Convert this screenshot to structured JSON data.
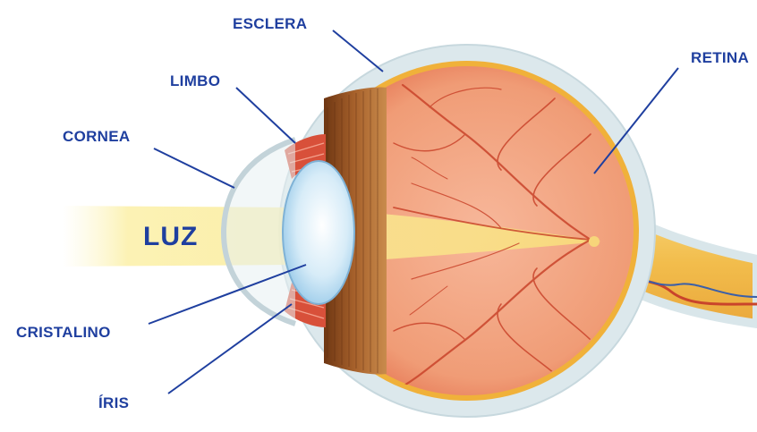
{
  "labels": {
    "esclera": "ESCLERA",
    "limbo": "LIMBO",
    "cornea": "CORNEA",
    "luz": "LUZ",
    "cristalino": "CRISTALINO",
    "iris": "ÍRIS",
    "retina": "RETINA"
  },
  "colors": {
    "label_text": "#1f3f9f",
    "sclera": "#d9e6ea",
    "choroid": "#f0b13a",
    "vitreous": "#f2a07a",
    "lens": "#bfe0f3",
    "iris": "#8a4a22",
    "optic_nerve": "#f3c45a",
    "light_beam": "#fbf2b0",
    "vessels": "#c9442b"
  }
}
